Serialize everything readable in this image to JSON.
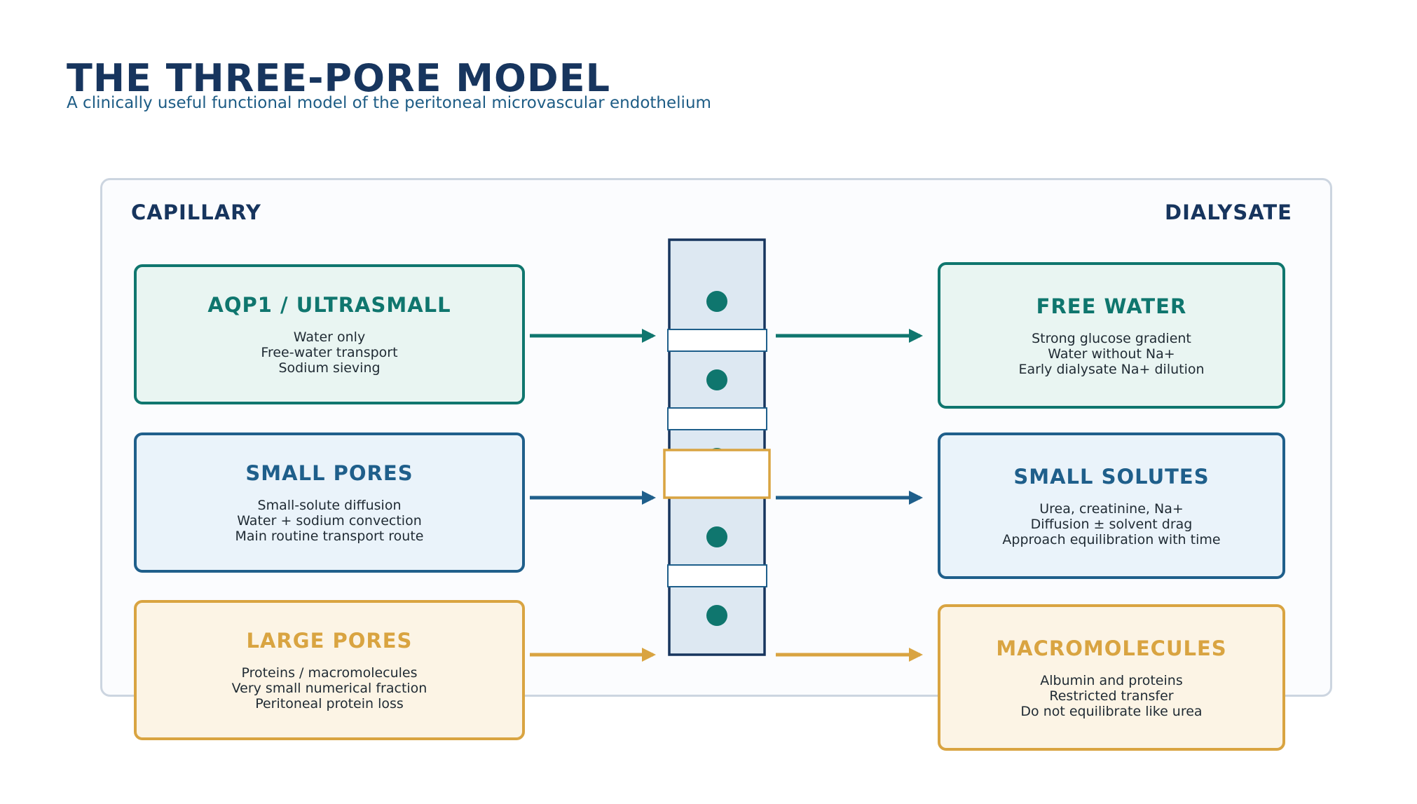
{
  "header": {
    "title": "THE THREE-PORE MODEL",
    "subtitle": "A clinically useful functional model of the peritoneal microvascular endothelium"
  },
  "sides": {
    "left": "CAPILLARY",
    "right": "DIALYSATE"
  },
  "left_cards": [
    {
      "title": "AQP1 / ULTRASMALL",
      "lines": [
        "Water only",
        "Free-water transport",
        "Sodium sieving"
      ]
    },
    {
      "title": "SMALL PORES",
      "lines": [
        "Small-solute diffusion",
        "Water + sodium convection",
        "Main routine transport route"
      ]
    },
    {
      "title": "LARGE PORES",
      "lines": [
        "Proteins / macromolecules",
        "Very small numerical fraction",
        "Peritoneal protein loss"
      ]
    }
  ],
  "right_cards": [
    {
      "title": "FREE WATER",
      "lines": [
        "Strong glucose gradient",
        "Water without Na+",
        "Early dialysate Na+ dilution"
      ]
    },
    {
      "title": "SMALL SOLUTES",
      "lines": [
        "Urea, creatinine, Na+",
        "Diffusion ± solvent drag",
        "Approach equilibration with time"
      ]
    },
    {
      "title": "MACROMOLECULES",
      "lines": [
        "Albumin and proteins",
        "Restricted transfer",
        "Do not equilibrate like urea"
      ]
    }
  ],
  "colors": {
    "teal": "#0f766e",
    "blue": "#1f5f8b",
    "gold": "#d9a441",
    "navy": "#17355e",
    "membrane_fill": "#dde8f2"
  }
}
